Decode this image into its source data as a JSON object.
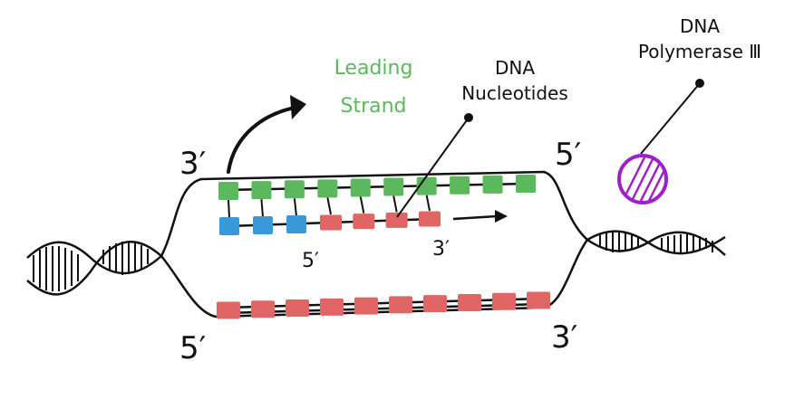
{
  "labels": {
    "leading_line1": "Leading",
    "leading_line2": "Strand",
    "nucleotides_line1": "DNA",
    "nucleotides_line2": "Nucleotides",
    "polymerase_line1": "DNA",
    "polymerase_line2": "Polymerase Ⅲ",
    "top_left_end": "3′",
    "top_right_end": "5′",
    "bottom_left_end": "5′",
    "bottom_right_end": "3′",
    "new_strand_start": "5′",
    "new_strand_end": "3′"
  },
  "colors": {
    "template_top_nucleotide": "#5cb85c",
    "primer_nucleotide": "#3a9ad9",
    "new_nucleotide": "#e06666",
    "bottom_nucleotide": "#e06666",
    "leading_label": "#5cb85c",
    "polymerase": "#a020c8",
    "ink": "#111111"
  },
  "counts": {
    "top_template_nucleotides": 10,
    "primer_nucleotides": 3,
    "new_strand_nucleotides": 4,
    "bottom_strand_nucleotides": 10
  }
}
